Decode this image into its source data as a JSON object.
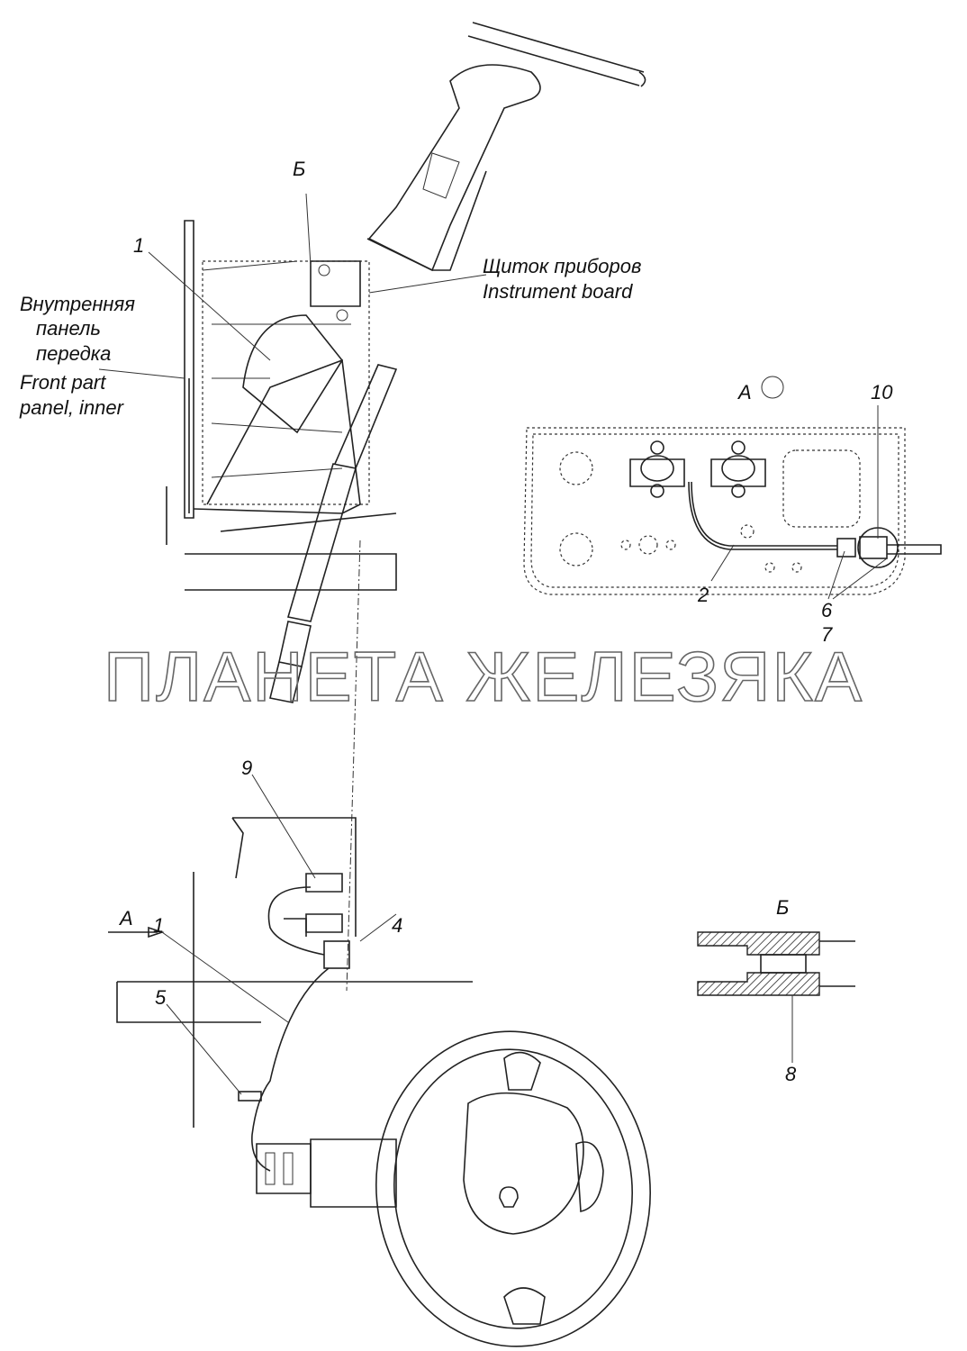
{
  "title": "Instrument board wiring diagram",
  "callouts": {
    "view_b_top": "Б",
    "item1_top": "1",
    "front_panel_ru": [
      "Внутренняя",
      "панель",
      "передка"
    ],
    "front_panel_en": [
      "Front part",
      "panel, inner"
    ],
    "instrument_board_ru": "Щиток приборов",
    "instrument_board_en": "Instrument board",
    "view_a": "А",
    "item10": "10",
    "item2": "2",
    "item6": "6",
    "item7": "7",
    "item9": "9",
    "arrow_a": "А",
    "item1_bottom": "1",
    "item5": "5",
    "item4": "4",
    "section_b": "Б",
    "item8": "8"
  },
  "watermark": "ПЛАНЕТА ЖЕЛЕЗЯКА"
}
